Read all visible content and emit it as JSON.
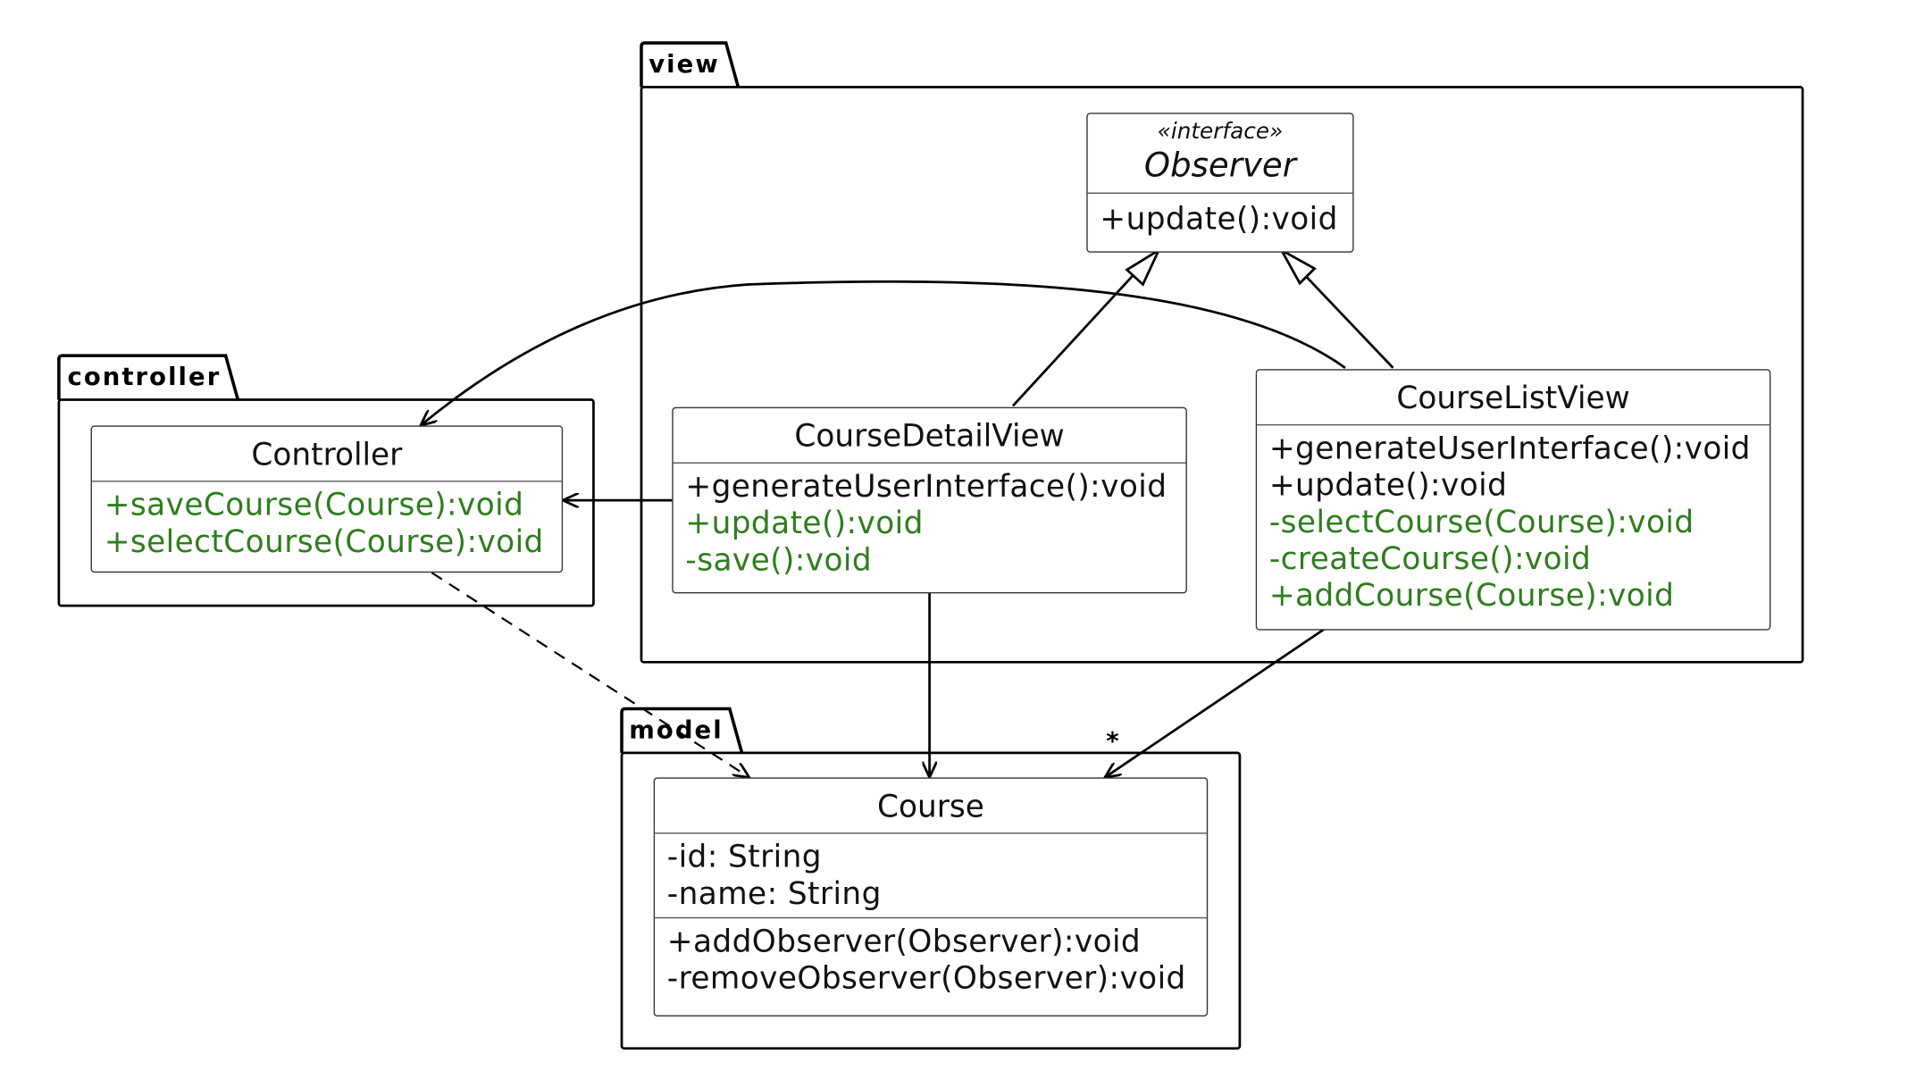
{
  "packages": {
    "view": "view",
    "controller": "controller",
    "model": "model"
  },
  "classes": {
    "observer": {
      "stereotype": "«interface»",
      "name": "Observer",
      "methods": [
        "+update():void"
      ]
    },
    "course_detail_view": {
      "name": "CourseDetailView",
      "methods": [
        "+generateUserInterface():void",
        "+update():void",
        "-save():void"
      ]
    },
    "course_list_view": {
      "name": "CourseListView",
      "methods": [
        "+generateUserInterface():void",
        "+update():void",
        "-selectCourse(Course):void",
        "-createCourse():void",
        "+addCourse(Course):void"
      ]
    },
    "controller": {
      "name": "Controller",
      "methods": [
        "+saveCourse(Course):void",
        "+selectCourse(Course):void"
      ]
    },
    "course": {
      "name": "Course",
      "attributes": [
        "-id: String",
        "-name: String"
      ],
      "methods": [
        "+addObserver(Observer):void",
        "-removeObserver(Observer):void"
      ]
    }
  },
  "multiplicity": "*",
  "colors": {
    "black": "#111111",
    "green": "#2e7d1d"
  }
}
